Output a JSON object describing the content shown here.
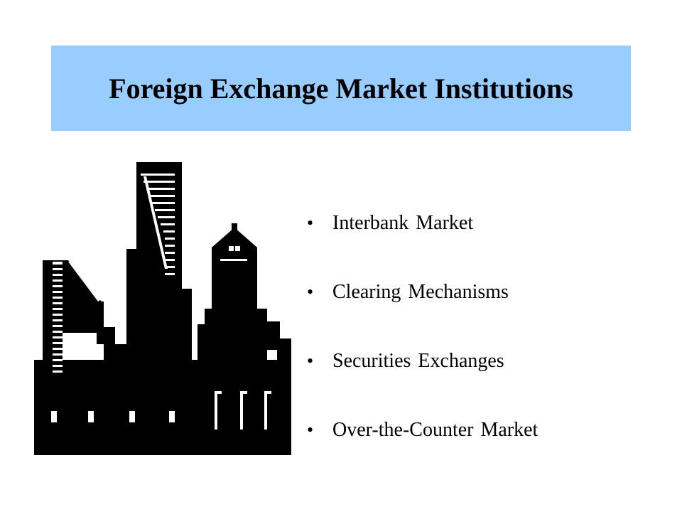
{
  "slide": {
    "title": "Foreign Exchange Market Institutions",
    "colors": {
      "banner": "#99ccff",
      "text": "#000000",
      "skyline": "#000000"
    },
    "illustration": "city-skyline-icon",
    "bullet_glyph": "•",
    "bullets": [
      "Interbank Market",
      "Clearing Mechanisms",
      "Securities Exchanges",
      "Over-the-Counter Market"
    ]
  }
}
